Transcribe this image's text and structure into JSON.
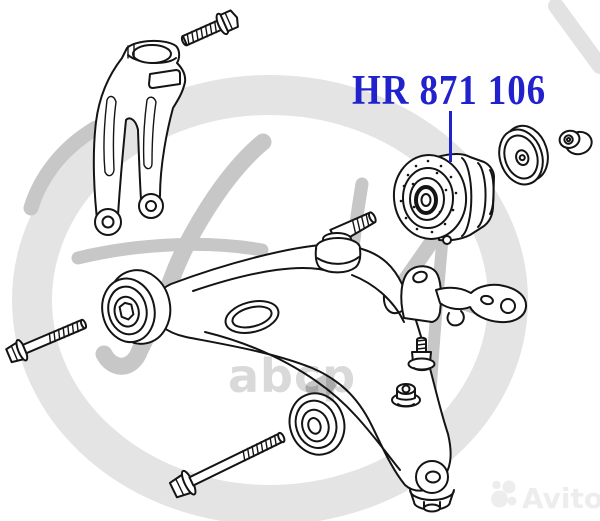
{
  "part_label": {
    "text": "HR 871 106",
    "color": "#2222cc"
  },
  "watermark": {
    "ring_color": "#e4e4e4",
    "glyph_color": "#c7c7c7",
    "abcp": {
      "text": "abcp",
      "color": "#d9d9d9"
    },
    "avito": {
      "text": "Avito",
      "color": "#ededed"
    }
  },
  "diagram": {
    "parts": [
      "clamp-fork-bracket",
      "fork-bolt",
      "control-arm-bushing",
      "washer-disc",
      "small-flange-nut",
      "lower-control-arm",
      "ball-joint-stud",
      "front-arm-bushing",
      "rear-arm-bushing",
      "arm-end-bushing",
      "stabilizer-bracket",
      "bracket-bolt",
      "flange-nut",
      "front-mount-bolt",
      "rear-mount-bolt"
    ]
  }
}
